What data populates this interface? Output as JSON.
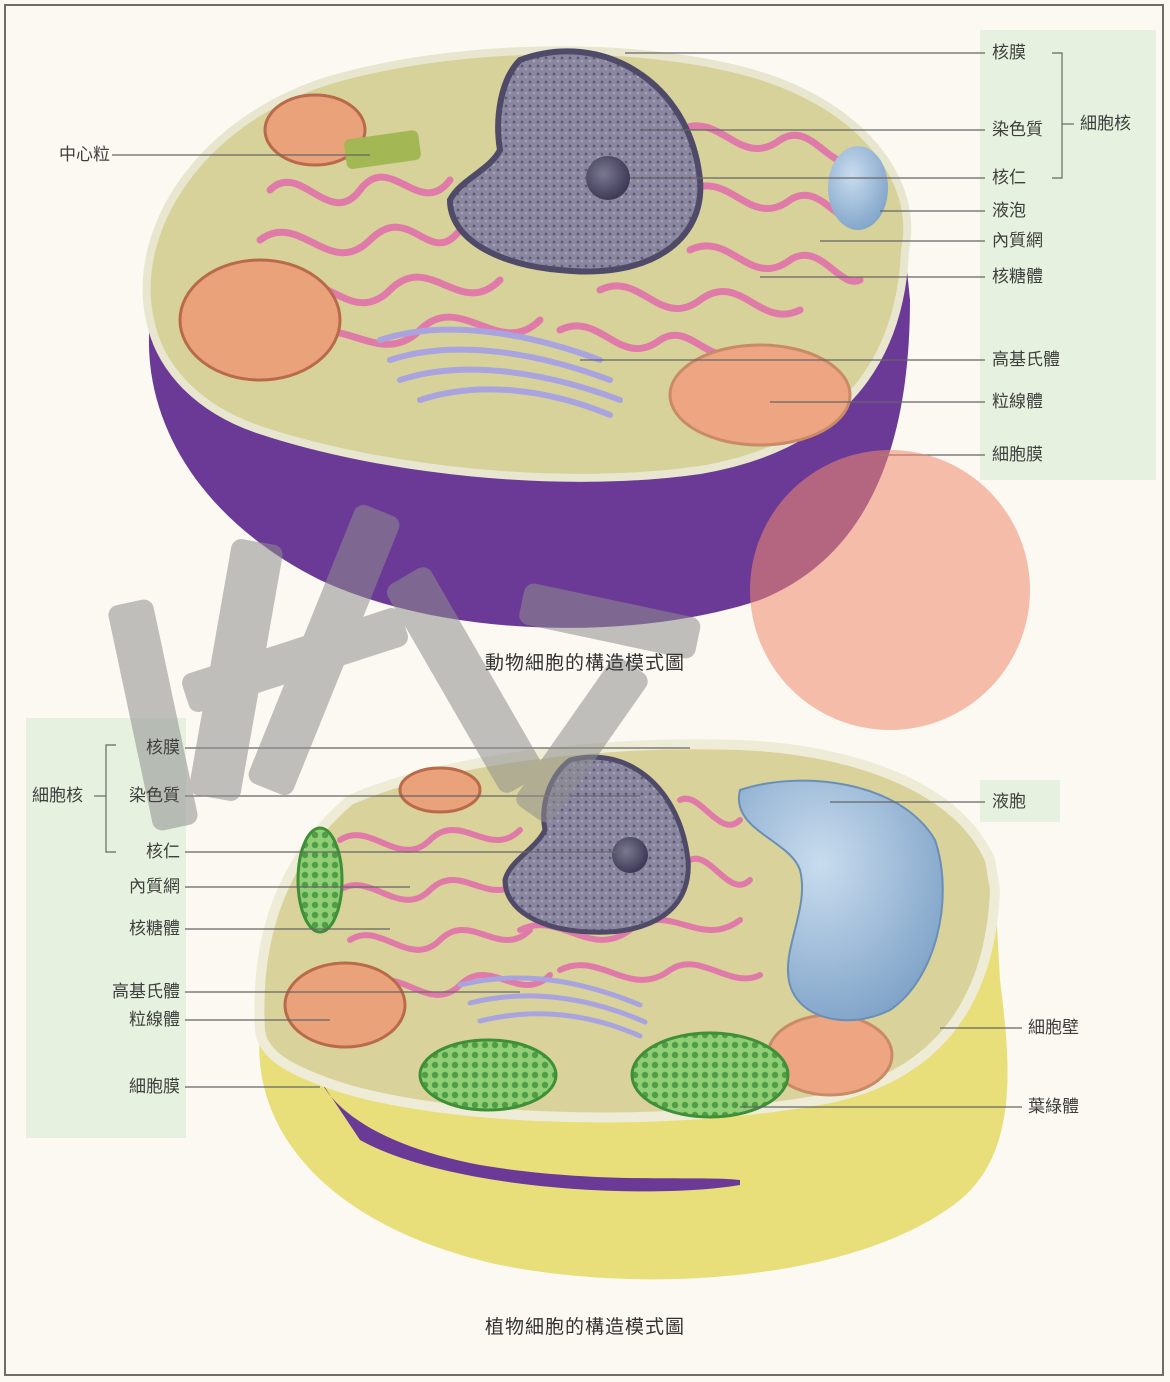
{
  "animal_cell": {
    "caption": "動物細胞的構造模式圖",
    "labels": {
      "centriole": "中心粒",
      "nuclear_membrane": "核膜",
      "chromatin": "染色質",
      "nucleolus": "核仁",
      "nucleus_group": "細胞核",
      "vacuole": "液泡",
      "endoplasmic_reticulum": "內質網",
      "ribosome": "核糖體",
      "golgi": "高基氏體",
      "mitochondria": "粒線體",
      "cell_membrane": "細胞膜"
    }
  },
  "plant_cell": {
    "caption": "植物細胞的構造模式圖",
    "labels": {
      "nucleus_group": "細胞核",
      "nuclear_membrane": "核膜",
      "chromatin": "染色質",
      "nucleolus": "核仁",
      "endoplasmic_reticulum": "內質網",
      "ribosome": "核糖體",
      "golgi": "高基氏體",
      "mitochondria": "粒線體",
      "cell_membrane": "細胞膜",
      "vacuole": "液胞",
      "cell_wall": "細胞壁",
      "chloroplast": "葉綠體"
    }
  },
  "colors": {
    "animal_body": "#6b3a96",
    "cytoplasm": "#d7d29a",
    "er_pink": "#e07aa8",
    "nucleus": "#7e7a96",
    "golgi": "#a9a3e0",
    "mitochondria": "#e9a27a",
    "plant_wall": "#e8df7a",
    "vacuole": "#8fb4d8",
    "chloroplast": "#7cbf6a",
    "watermark_gray": "#8f8f8f",
    "watermark_red": "#f08a70"
  }
}
